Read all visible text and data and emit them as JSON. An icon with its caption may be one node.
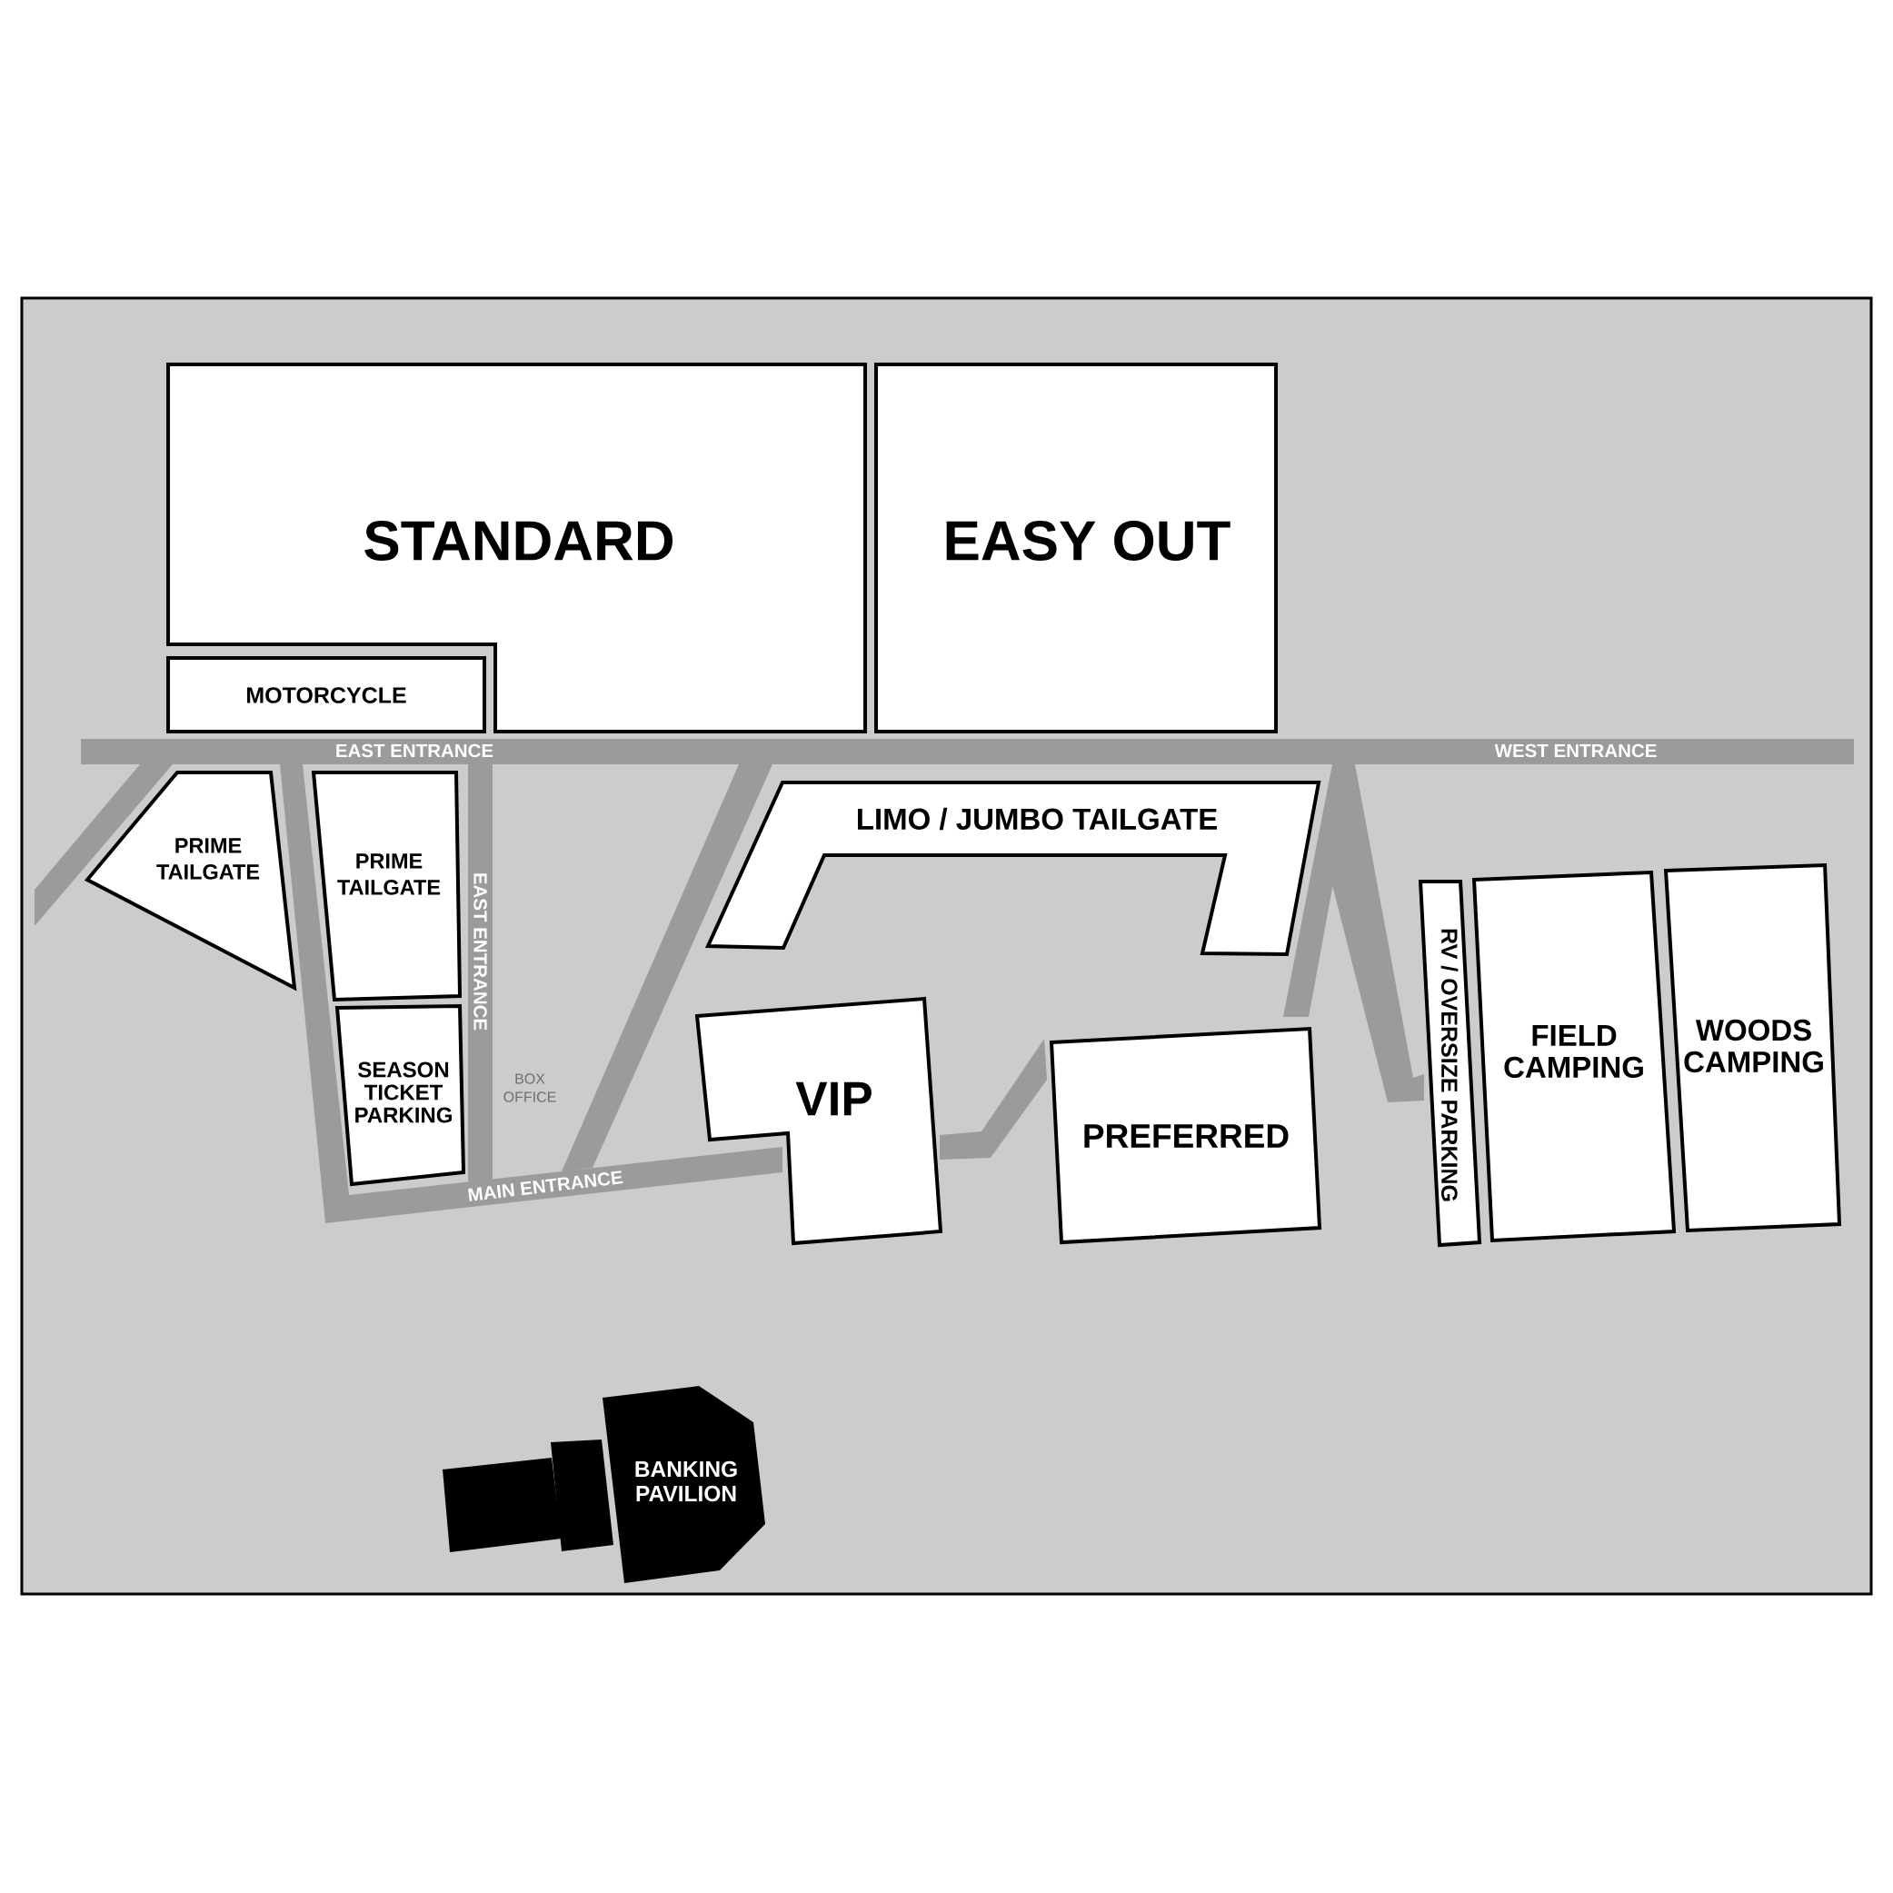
{
  "diagram": {
    "nodes": [
      {
        "text": [
          "STANDARD"
        ]
      },
      {
        "text": [
          "EASY OUT"
        ]
      },
      {
        "text": [
          "MOTORCYCLE"
        ]
      },
      {
        "text": [
          "PRIME TAILGATE"
        ]
      },
      {
        "text": [
          "PRIME TAILGATE"
        ]
      },
      {
        "text": [
          "LIMO / JUMBO TAILGATE"
        ]
      },
      {
        "text": [
          "RV / OVERSIZE PARKING"
        ]
      },
      {
        "text": [
          "FIELD CAMPING"
        ]
      },
      {
        "text": [
          "WOODS CAMPING"
        ]
      },
      {
        "text": [
          "SEASON TICKET PARKING"
        ]
      },
      {
        "text": [
          "VIP"
        ]
      },
      {
        "text": [
          "PREFERRED"
        ]
      },
      {
        "text": [
          "BANKING PAVILION"
        ]
      }
    ],
    "labels": [
      "EAST ENTRANCE",
      "WEST ENTRANCE",
      "EAST ENTRANCE",
      "BOX OFFICE",
      "MAIN ENTRANCE"
    ]
  }
}
